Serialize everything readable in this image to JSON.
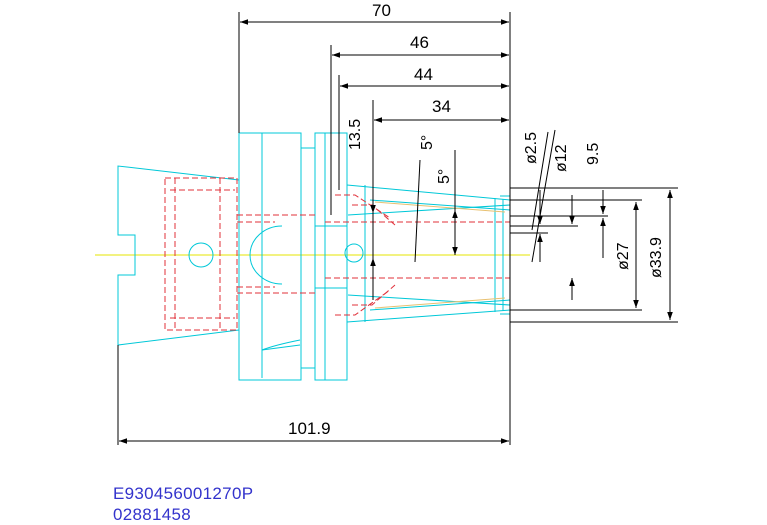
{
  "colors": {
    "outline": "#00c8d8",
    "hidden_line": "#e0303a",
    "centerline": "#e6e600",
    "dimension": "#000000",
    "caption": "#3333cc",
    "taper_detail": "#e8c070"
  },
  "dimensions": {
    "overall_gauge_length": "70",
    "length_46": "46",
    "length_44": "44",
    "length_34": "34",
    "offset_13_5": "13.5",
    "angle_a": "5°",
    "angle_b": "5°",
    "dia_2_5": "ø2.5",
    "dia_12": "ø12",
    "offset_9_5": "9.5",
    "dia_27": "ø27",
    "dia_33_9": "ø33.9",
    "total_length": "101.9"
  },
  "caption": {
    "part_number": "E930456001270P",
    "order_code": "02881458"
  }
}
